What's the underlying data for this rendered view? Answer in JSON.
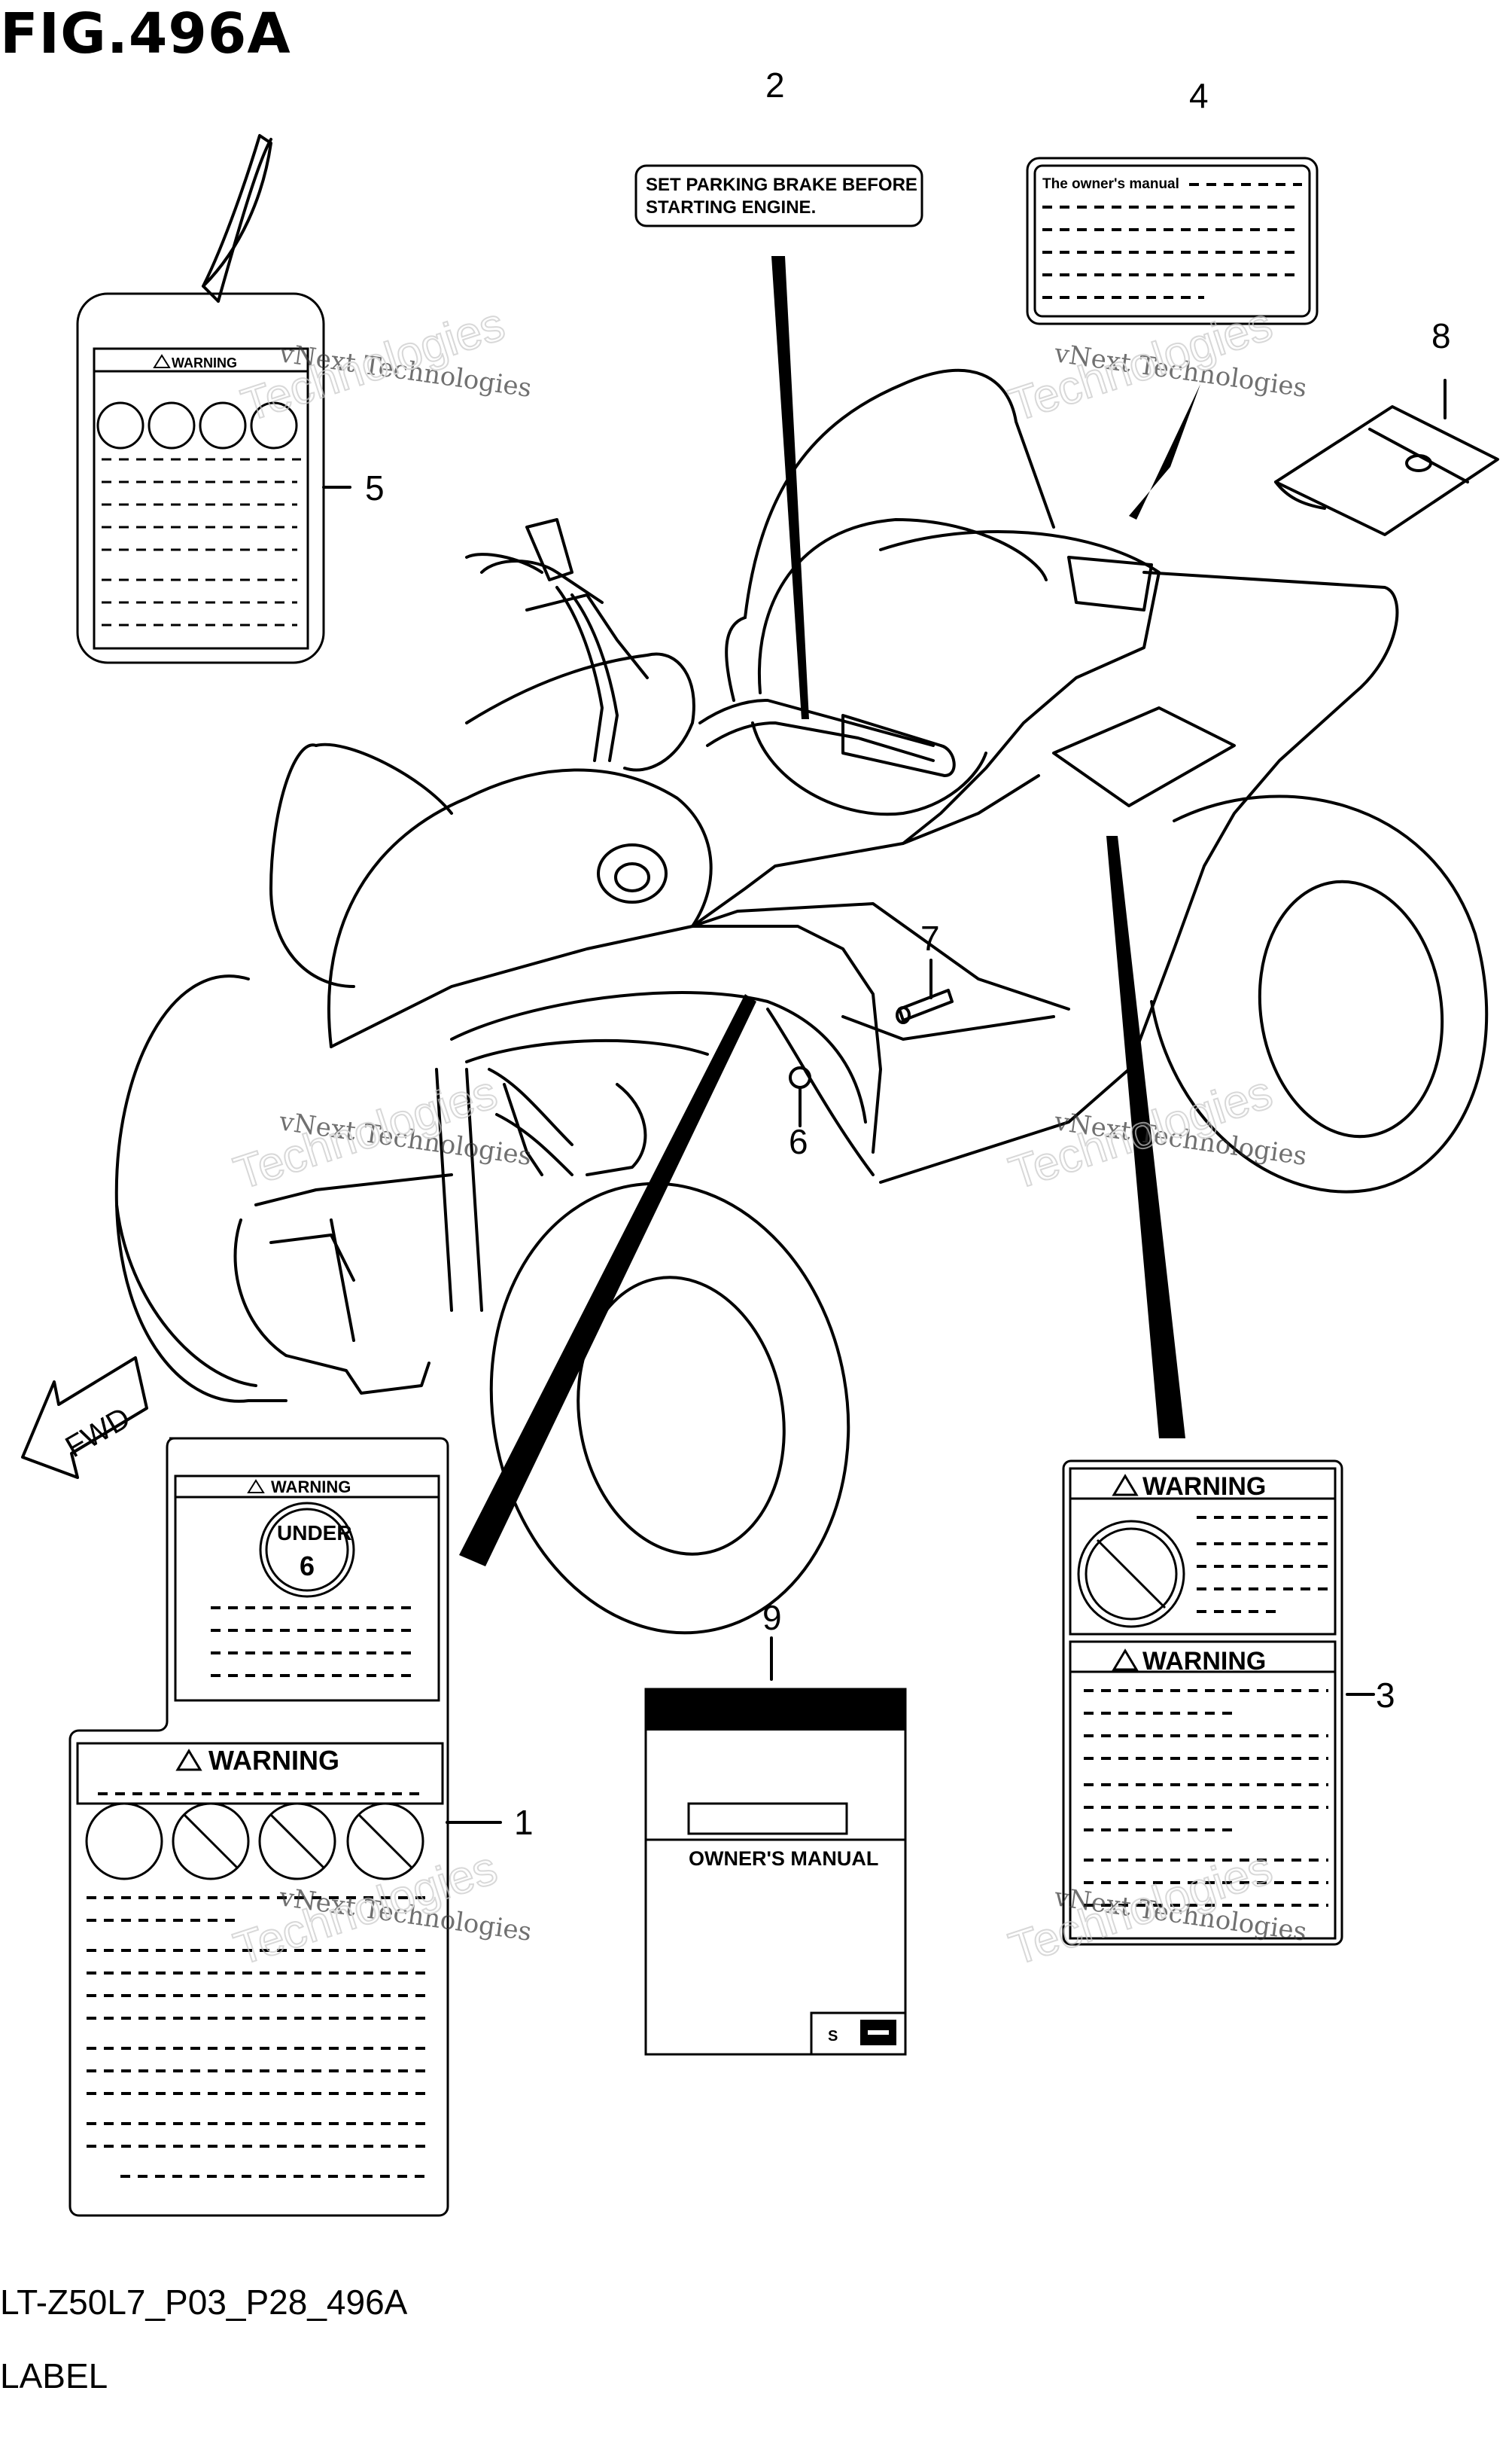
{
  "figure": {
    "title": "FIG.496A",
    "code": "LT-Z50L7_P03_P28_496A",
    "name": "LABEL"
  },
  "callouts": [
    "1",
    "2",
    "3",
    "4",
    "5",
    "6",
    "7",
    "8",
    "9"
  ],
  "labels": {
    "parking_brake_line1": "SET PARKING BRAKE BEFORE",
    "parking_brake_line2": "STARTING ENGINE.",
    "owners_manual_small": "The owner's manual",
    "owners_manual_book": "OWNER'S MANUAL",
    "warning": "WARNING",
    "under": "UNDER",
    "age": "6",
    "fwd": "FWD"
  },
  "watermark": {
    "text1": "vNext Technologies",
    "text2": "Technologies"
  }
}
